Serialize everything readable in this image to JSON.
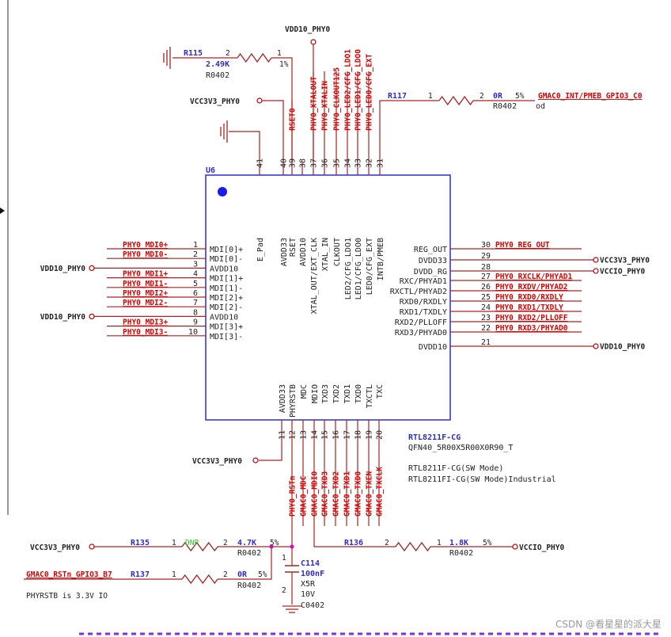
{
  "chip": {
    "designator": "U6",
    "part": "RTL8211F-CG",
    "footprint": "QFN40_5R00X5R00X0R90_T",
    "note1": "RTL8211F-CG(SW Mode)",
    "note2": "RTL8211FI-CG(SW Mode)Industrial",
    "left_pins": [
      {
        "num": "1",
        "name": "MDI[0]+",
        "net": "PHY0_MDI0+"
      },
      {
        "num": "2",
        "name": "MDI[0]-",
        "net": "PHY0_MDI0-"
      },
      {
        "num": "3",
        "name": "AVDD10",
        "net": "VDD10_PHY0",
        "port": true
      },
      {
        "num": "4",
        "name": "MDI[1]+",
        "net": "PHY0_MDI1+"
      },
      {
        "num": "5",
        "name": "MDI[1]-",
        "net": "PHY0_MDI1-"
      },
      {
        "num": "6",
        "name": "MDI[2]+",
        "net": "PHY0_MDI2+"
      },
      {
        "num": "7",
        "name": "MDI[2]-",
        "net": "PHY0_MDI2-"
      },
      {
        "num": "8",
        "name": "AVDD10",
        "net": "VDD10_PHY0",
        "port": true
      },
      {
        "num": "9",
        "name": "MDI[3]+",
        "net": "PHY0_MDI3+"
      },
      {
        "num": "10",
        "name": "MDI[3]-",
        "net": "PHY0_MDI3-"
      }
    ],
    "right_pins": [
      {
        "num": "30",
        "name": "REG_OUT",
        "net": "PHY0_REG_OUT"
      },
      {
        "num": "29",
        "name": "DVDD33",
        "net": "VCC3V3_PHY0",
        "port": true
      },
      {
        "num": "28",
        "name": "DVDD_RG",
        "net": "VCCIO_PHY0",
        "port": true
      },
      {
        "num": "27",
        "name": "RXC/PHYAD1",
        "net": "PHY0_RXCLK/PHYAD1"
      },
      {
        "num": "26",
        "name": "RXCTL/PHYAD2",
        "net": "PHY0_RXDV/PHYAD2"
      },
      {
        "num": "25",
        "name": "RXD0/RXDLY",
        "net": "PHY0_RXD0/RXDLY"
      },
      {
        "num": "24",
        "name": "RXD1/TXDLY",
        "net": "PHY0_RXD1/TXDLY"
      },
      {
        "num": "23",
        "name": "RXD2/PLLOFF",
        "net": "PHY0_RXD2/PLLOFF"
      },
      {
        "num": "22",
        "name": "RXD3/PHYAD0",
        "net": "PHY0_RXD3/PHYAD0"
      },
      {
        "num": "21",
        "name": "DVDD10",
        "net": "VDD10_PHY0",
        "port": true
      }
    ],
    "top_pins": [
      {
        "num": "41",
        "name": "E_Pad"
      },
      {
        "num": "40",
        "name": "AVDD33"
      },
      {
        "num": "39",
        "name": "RSET",
        "net": "RSET0"
      },
      {
        "num": "38",
        "name": "AVDD10"
      },
      {
        "num": "37",
        "name": "XTAL_OUT/EXT_CLK",
        "net": "PHY0_XTALOUT"
      },
      {
        "num": "36",
        "name": "XTAL_IN",
        "net": "PHY0_XTALIN"
      },
      {
        "num": "35",
        "name": "CLKOUT",
        "net": "PHY0_CLKOUT125"
      },
      {
        "num": "34",
        "name": "LED2/CFG_LDO1",
        "net": "PHY0_LED2/CFG_LDO1"
      },
      {
        "num": "33",
        "name": "LED1/CFG_LDO0",
        "net": "PHY0_LED1/CFG_LDO0"
      },
      {
        "num": "32",
        "name": "LED0/CFG_EXT",
        "net": "PHY0_LED0/CFG_EXT"
      },
      {
        "num": "31",
        "name": "INTB/PMEB"
      }
    ],
    "bottom_pins": [
      {
        "num": "11",
        "name": "AVDD33"
      },
      {
        "num": "12",
        "name": "PHYRSTB",
        "net": "PHY0_RSTn"
      },
      {
        "num": "13",
        "name": "MDC",
        "net": "GMAC0_MDC"
      },
      {
        "num": "14",
        "name": "MDIO",
        "net": "GMAC0_MDIO"
      },
      {
        "num": "15",
        "name": "TXD3",
        "net": "GMAC0_TXD3"
      },
      {
        "num": "16",
        "name": "TXD2",
        "net": "GMAC0_TXD2"
      },
      {
        "num": "17",
        "name": "TXD1",
        "net": "GMAC0_TXD1"
      },
      {
        "num": "18",
        "name": "TXD0",
        "net": "GMAC0_TXD0"
      },
      {
        "num": "19",
        "name": "TXCTL",
        "net": "GMAC0_TXEN"
      },
      {
        "num": "20",
        "name": "TXC",
        "net": "GMAC0_TXCLK"
      }
    ]
  },
  "top_nets": {
    "vdd10": "VDD10_PHY0",
    "vcc3v3": "VCC3V3_PHY0"
  },
  "r115": {
    "ref": "R115",
    "value": "2.49K",
    "pkg": "R0402",
    "tol": "1%",
    "p1": "1",
    "p2": "2"
  },
  "r117": {
    "ref": "R117",
    "value": "0R",
    "pkg": "R0402",
    "tol": "5%",
    "extra": "od",
    "p1": "1",
    "p2": "2",
    "net": "GMAC0_INT/PMEB_GPIO3_C0"
  },
  "vcc3v3_bottom": "VCC3V3_PHY0",
  "r135": {
    "ref": "R135",
    "dnp": "DNP",
    "value": "4.7K",
    "pkg": "R0402",
    "tol": "5%",
    "p1": "1",
    "p2": "2",
    "net": "VCC3V3_PHY0"
  },
  "r137": {
    "ref": "R137",
    "value": "0R",
    "pkg": "R0402",
    "tol": "5%",
    "p1": "1",
    "p2": "2",
    "net": "GMAC0_RSTn_GPIO3_B7"
  },
  "r136": {
    "ref": "R136",
    "value": "1.8K",
    "pkg": "R0402",
    "tol": "5%",
    "p1": "1",
    "p2": "2",
    "net": "VCCIO_PHY0"
  },
  "c114": {
    "ref": "C114",
    "value": "100nF",
    "dielectric": "X5R",
    "voltage": "10V",
    "pkg": "C0402",
    "p1": "1",
    "p2": "2"
  },
  "note": "PHYRSTB is 3.3V IO",
  "watermark": "CSDN @看星星的派大星",
  "colors": {
    "wire": "#b02020",
    "port": "#c00000",
    "netlabel": "#e00000",
    "body": "#2d2dd6",
    "text": "#222222",
    "dot": "#e000c0",
    "dnp": "#22cc22",
    "border": "#8a2be2"
  }
}
